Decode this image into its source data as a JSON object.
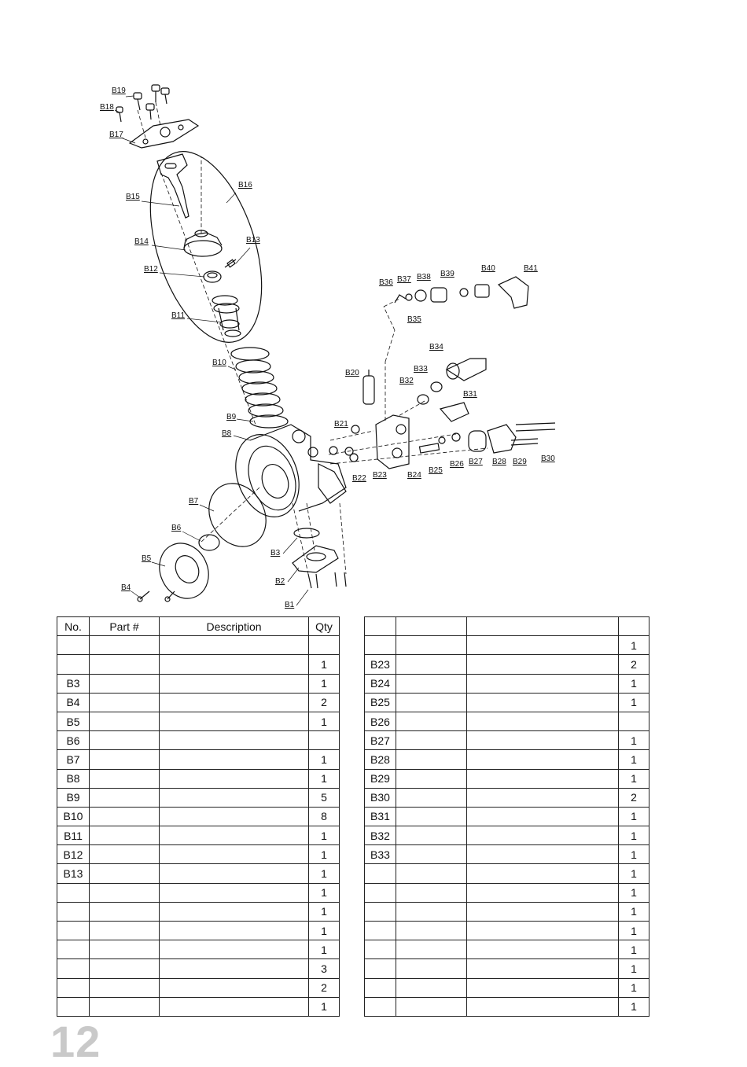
{
  "diagram": {
    "labels": [
      "B1",
      "B2",
      "B3",
      "B4",
      "B5",
      "B6",
      "B7",
      "B8",
      "B9",
      "B10",
      "B11",
      "B12",
      "B13",
      "B14",
      "B15",
      "B16",
      "B17",
      "B18",
      "B19",
      "B20",
      "B21",
      "B22",
      "B23",
      "B24",
      "B25",
      "B26",
      "B27",
      "B28",
      "B29",
      "B30",
      "B31",
      "B32",
      "B33",
      "B34",
      "B35",
      "B36",
      "B37",
      "B38",
      "B39",
      "B40",
      "B41"
    ]
  },
  "table_left": {
    "headers": {
      "no": "No.",
      "part": "Part #",
      "desc": "Description",
      "qty": "Qty"
    },
    "rows": [
      {
        "no": "",
        "qty": ""
      },
      {
        "no": "",
        "qty": "1"
      },
      {
        "no": "B3",
        "qty": "1"
      },
      {
        "no": "B4",
        "qty": "2"
      },
      {
        "no": "B5",
        "qty": "1"
      },
      {
        "no": "B6",
        "qty": ""
      },
      {
        "no": "B7",
        "qty": "1"
      },
      {
        "no": "B8",
        "qty": "1"
      },
      {
        "no": "B9",
        "qty": "5"
      },
      {
        "no": "B10",
        "qty": "8"
      },
      {
        "no": "B11",
        "qty": "1"
      },
      {
        "no": "B12",
        "qty": "1"
      },
      {
        "no": "B13",
        "qty": "1"
      },
      {
        "no": "",
        "qty": "1"
      },
      {
        "no": "",
        "qty": "1"
      },
      {
        "no": "",
        "qty": "1"
      },
      {
        "no": "",
        "qty": "1"
      },
      {
        "no": "",
        "qty": "3"
      },
      {
        "no": "",
        "qty": "2"
      },
      {
        "no": "",
        "qty": "1"
      }
    ]
  },
  "table_right": {
    "headers": {
      "no": "",
      "part": "",
      "desc": "",
      "qty": ""
    },
    "rows": [
      {
        "no": "",
        "qty": "1"
      },
      {
        "no": "B23",
        "qty": "2"
      },
      {
        "no": "B24",
        "qty": "1"
      },
      {
        "no": "B25",
        "qty": "1"
      },
      {
        "no": "B26",
        "qty": ""
      },
      {
        "no": "B27",
        "qty": "1"
      },
      {
        "no": "B28",
        "qty": "1"
      },
      {
        "no": "B29",
        "qty": "1"
      },
      {
        "no": "B30",
        "qty": "2"
      },
      {
        "no": "B31",
        "qty": "1"
      },
      {
        "no": "B32",
        "qty": "1"
      },
      {
        "no": "B33",
        "qty": "1"
      },
      {
        "no": "",
        "qty": "1"
      },
      {
        "no": "",
        "qty": "1"
      },
      {
        "no": "",
        "qty": "1"
      },
      {
        "no": "",
        "qty": "1"
      },
      {
        "no": "",
        "qty": "1"
      },
      {
        "no": "",
        "qty": "1"
      },
      {
        "no": "",
        "qty": "1"
      },
      {
        "no": "",
        "qty": "1"
      }
    ]
  },
  "page_number": "12"
}
